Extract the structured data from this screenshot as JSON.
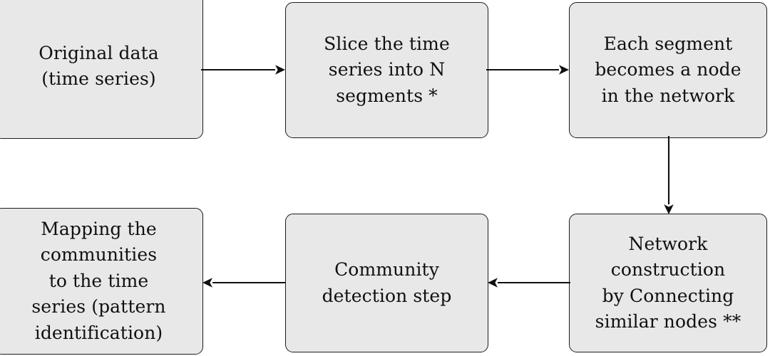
{
  "diagram": {
    "title": "Time series to network pipeline flowchart",
    "palette": {
      "node_fill": "#e8e8e8",
      "node_border": "#1c1c1c",
      "text": "#101010",
      "arrow": "#101010",
      "background": "#ffffff"
    },
    "nodes": [
      {
        "id": "original-data",
        "lines": [
          "Original data",
          "(time series)"
        ]
      },
      {
        "id": "slice-series",
        "lines": [
          "Slice the time",
          "series into N",
          "segments *"
        ]
      },
      {
        "id": "segment-node",
        "lines": [
          "Each segment",
          "becomes a node",
          "in the network"
        ]
      },
      {
        "id": "network-construction",
        "lines": [
          "Network",
          "construction",
          "by Connecting",
          "similar nodes **"
        ]
      },
      {
        "id": "community-detection",
        "lines": [
          "Community",
          "detection step"
        ]
      },
      {
        "id": "mapping-communities",
        "lines": [
          "Mapping the",
          "communities",
          "to the time",
          "series (pattern",
          "identification)"
        ]
      }
    ],
    "connectors": [
      {
        "id": "data-to-slice",
        "direction": "right"
      },
      {
        "id": "slice-to-node",
        "direction": "right"
      },
      {
        "id": "node-to-network",
        "direction": "down"
      },
      {
        "id": "network-to-community",
        "direction": "left"
      },
      {
        "id": "community-to-mapping",
        "direction": "left"
      }
    ]
  }
}
